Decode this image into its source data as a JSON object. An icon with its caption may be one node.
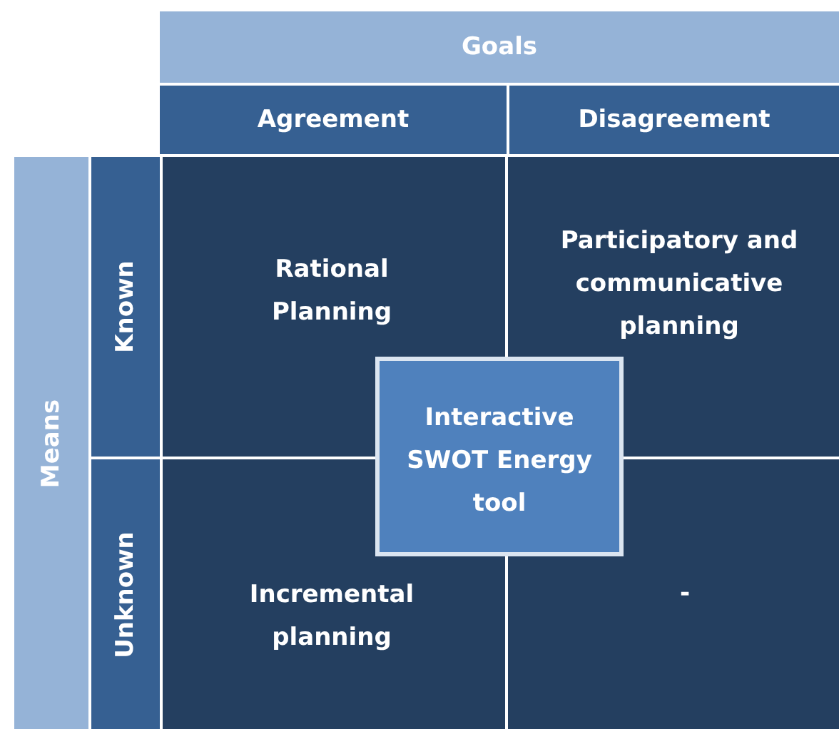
{
  "diagram": {
    "nodes": [
      {
        "text": [
          "Goals"
        ]
      },
      {
        "text": [
          "Agreement"
        ]
      },
      {
        "text": [
          "Disagreement"
        ]
      },
      {
        "text": [
          "Means"
        ]
      },
      {
        "text": [
          "Known"
        ]
      },
      {
        "text": [
          "Rational Planning"
        ]
      },
      {
        "text": [
          "Participatory and communicative planning"
        ]
      },
      {
        "text": [
          "Unknown"
        ]
      },
      {
        "text": [
          "Incremental planning"
        ]
      },
      {
        "text": [
          "-"
        ]
      },
      {
        "text": [
          "Interactive SWOT Energy tool"
        ]
      }
    ]
  }
}
